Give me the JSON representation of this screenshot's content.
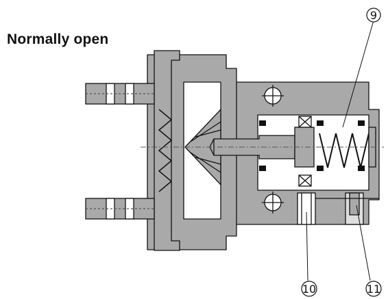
{
  "title": "Normally open",
  "callouts": {
    "c9": "9",
    "c10": "10",
    "c11": "11"
  },
  "colors": {
    "body": "#a9a9a9",
    "line": "#111111",
    "background": "#ffffff"
  }
}
